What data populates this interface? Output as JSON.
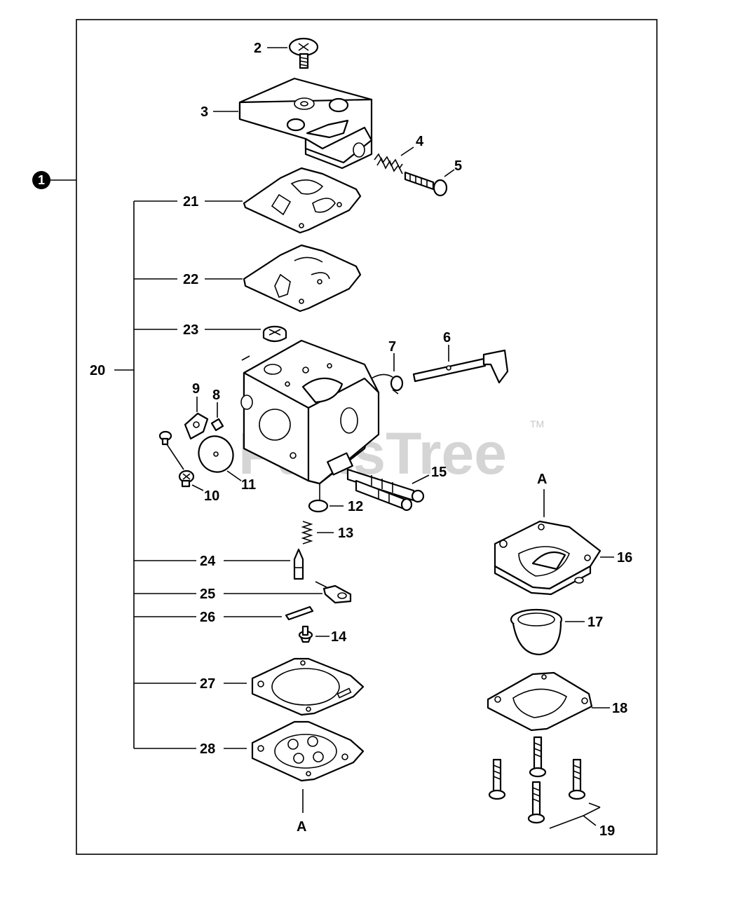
{
  "diagram": {
    "assembly_callout": "1",
    "subassembly_callout": "20",
    "connector_label": "A",
    "watermark": "PartsTree",
    "watermark_tm": "TM",
    "callouts": {
      "c2": "2",
      "c3": "3",
      "c4": "4",
      "c5": "5",
      "c6": "6",
      "c7": "7",
      "c8": "8",
      "c9": "9",
      "c10": "10",
      "c11": "11",
      "c12": "12",
      "c13": "13",
      "c14": "14",
      "c15": "15",
      "c16": "16",
      "c17": "17",
      "c18": "18",
      "c19": "19",
      "c21": "21",
      "c22": "22",
      "c23": "23",
      "c24": "24",
      "c25": "25",
      "c26": "26",
      "c27": "27",
      "c28": "28"
    }
  }
}
